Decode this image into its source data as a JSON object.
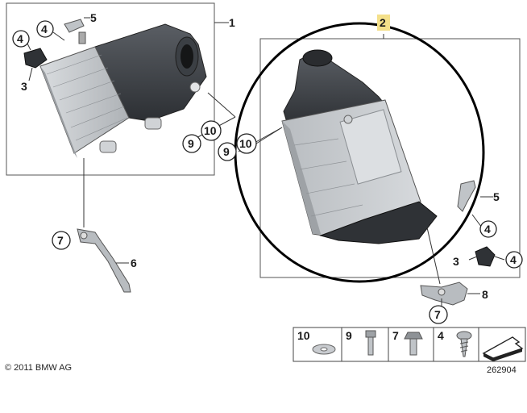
{
  "callouts": {
    "c1": "1",
    "c2": "2",
    "c3a": "3",
    "c4a": "4",
    "c4b": "4",
    "c5a": "5",
    "c6": "6",
    "c7a": "7",
    "c9a": "9",
    "c10a": "10",
    "c9b": "9",
    "c10b": "10",
    "c5b": "5",
    "c4c": "4",
    "c3b": "3",
    "c4d": "4",
    "c8": "8",
    "c7b": "7"
  },
  "legend": {
    "items": [
      {
        "num": "10",
        "icon": "washer-icon"
      },
      {
        "num": "9",
        "icon": "bolt-icon"
      },
      {
        "num": "7",
        "icon": "hex-bolt-icon"
      },
      {
        "num": "4",
        "icon": "screw-icon"
      }
    ],
    "arrow_icon": "arrow-icon"
  },
  "footer": {
    "copyright": "© 2011 BMW AG",
    "diagram_number": "262904"
  },
  "colors": {
    "highlight": "#f4e08a",
    "part_dark": "#3a3d42",
    "part_light": "#c9ccd0"
  }
}
